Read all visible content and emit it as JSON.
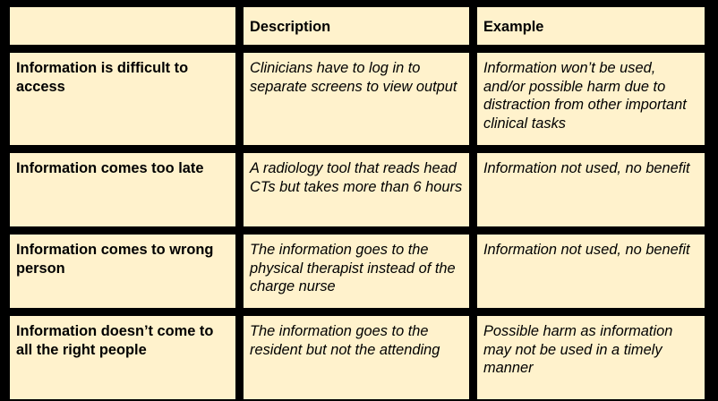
{
  "table": {
    "headers": [
      "",
      "Description",
      "Example"
    ],
    "rows": [
      {
        "label": "Information is difficult to access",
        "description": "Clinicians have to log in to separate screens to view output",
        "example": "Information won’t be used, and/or possible harm due to distraction from other important clinical tasks"
      },
      {
        "label": "Information comes too late",
        "description": "A radiology tool that reads head CTs but takes more than 6 hours",
        "example": "Information not used, no benefit"
      },
      {
        "label": "Information comes to wrong person",
        "description": "The information goes to the physical therapist instead of the charge nurse",
        "example": "Information not used, no benefit"
      },
      {
        "label": "Information doesn’t come to all the right people",
        "description": "The information goes to the resident but not the attending",
        "example": "Possible harm as information may not be used in a timely manner"
      }
    ]
  },
  "colors": {
    "cell_background": "#FFF2CC",
    "border": "#000000"
  }
}
